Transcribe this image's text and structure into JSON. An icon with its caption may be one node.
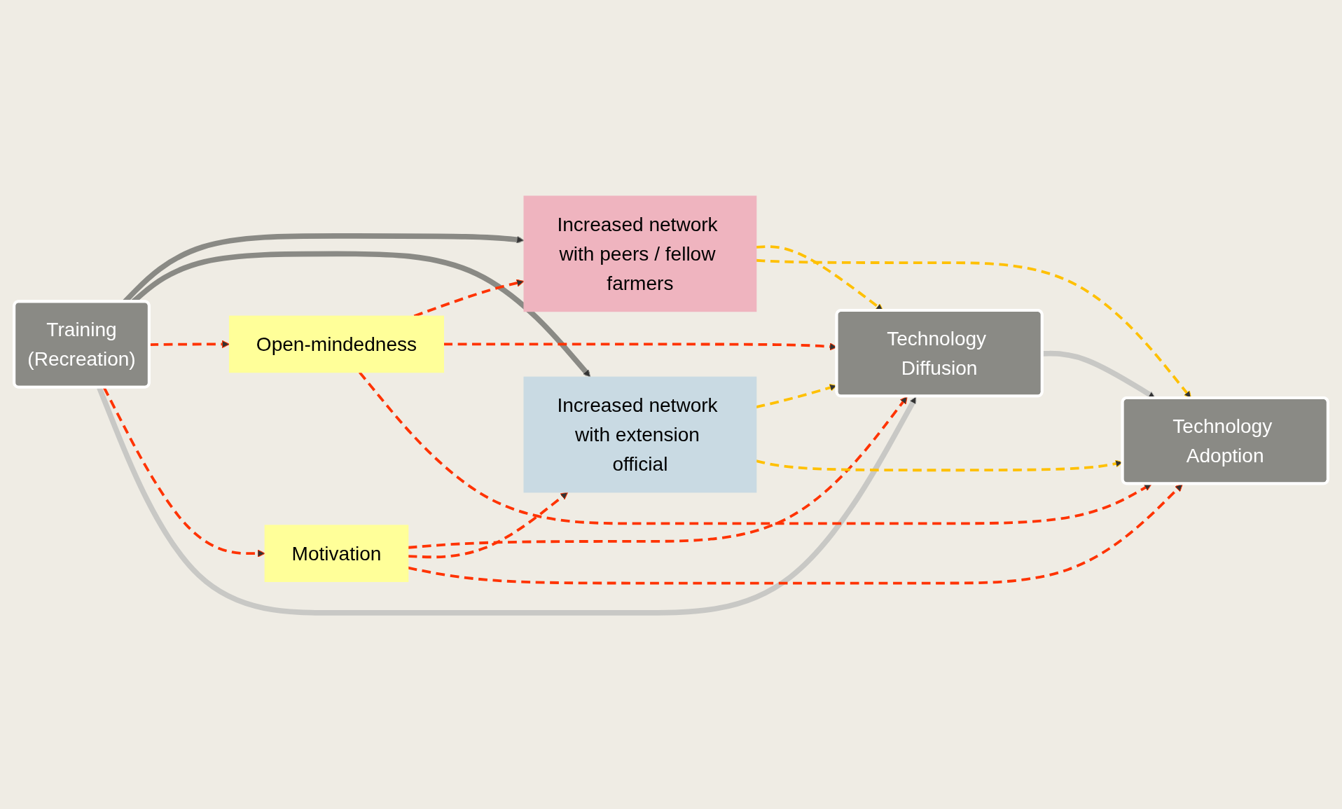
{
  "diagram": {
    "nodes": [
      {
        "text": [
          "Increased network with peers / fellow farmers"
        ]
      },
      {
        "text": [
          "Open-mindedness"
        ]
      },
      {
        "text": [
          "Training",
          "(Recreation)"
        ]
      },
      {
        "text": [
          "Technology Diffusion"
        ]
      },
      {
        "text": [
          "Technology Adoption"
        ]
      },
      {
        "text": [
          "Motivation"
        ]
      },
      {
        "text": [
          "Increased network with extension official"
        ]
      }
    ],
    "edges": [
      {
        "from": 2,
        "to": 0,
        "arrow": "to",
        "style": "thick",
        "color": "#8a8a85"
      },
      {
        "from": 2,
        "to": 6,
        "arrow": "to",
        "style": "thick",
        "color": "#8a8a85"
      },
      {
        "from": 2,
        "to": 1,
        "arrow": "to",
        "style": "dashed"
      },
      {
        "from": 2,
        "to": 5,
        "arrow": "to",
        "style": "dashed"
      },
      {
        "from": 2,
        "to": 3,
        "arrow": "to",
        "style": "thick",
        "color": "#c8c8c5"
      },
      {
        "from": 3,
        "to": 4,
        "arrow": "to",
        "style": "thick",
        "color": "#c8c8c5"
      },
      {
        "from": 1,
        "to": 0,
        "arrow": "to",
        "style": "dashed"
      },
      {
        "from": 1,
        "to": 3,
        "arrow": "to",
        "style": "dashed"
      },
      {
        "from": 5,
        "to": 3,
        "arrow": "to",
        "style": "dashed"
      },
      {
        "from": 5,
        "to": 6,
        "arrow": "to",
        "style": "dashed"
      },
      {
        "from": 1,
        "to": 4,
        "arrow": "to",
        "style": "dashed"
      },
      {
        "from": 5,
        "to": 4,
        "arrow": "to",
        "style": "dashed"
      },
      {
        "from": 0,
        "to": 3,
        "arrow": "to",
        "style": "dashed",
        "color": "#ffc000"
      },
      {
        "from": 0,
        "to": 4,
        "arrow": "to",
        "style": "dashed",
        "color": "#ffc000"
      },
      {
        "from": 6,
        "to": 3,
        "arrow": "to",
        "style": "dashed",
        "color": "#ffc000"
      },
      {
        "from": 6,
        "to": 4,
        "arrow": "to",
        "style": "dashed",
        "color": "#ffc000"
      }
    ]
  }
}
